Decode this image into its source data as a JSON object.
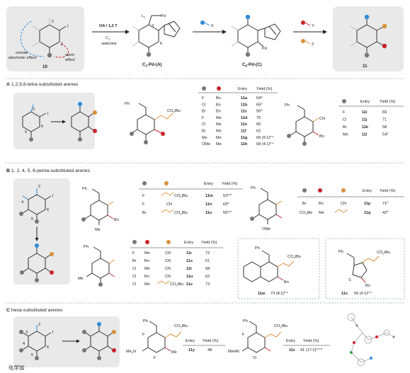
{
  "header": {
    "left_box": {
      "number": "10",
      "iodide": "I",
      "pos2": "2",
      "pos6": "6",
      "remote_label": [
        "remote",
        "electronic effect"
      ],
      "steric_label": [
        "steric",
        "effect"
      ]
    },
    "arrow1": {
      "top": "OA / 1,2 T",
      "bottom": [
        "C",
        "selective"
      ]
    },
    "pd_a": {
      "label": "C",
      "label_tail": "-Pd-(A)",
      "Ln": "L",
      "Pd": "Pd",
      "pos2": "2",
      "pos6": "6"
    },
    "arrow2": {
      "reagent": "X"
    },
    "pd_c": {
      "label": "C",
      "label_tail": "-Pd-(C)",
      "Pd": "Pd"
    },
    "arrow3": {
      "reagent_y": "Y",
      "reagent_z": "Z"
    },
    "product": {
      "number": "11"
    }
  },
  "section_a": {
    "letter": "A",
    "title": "1,2,5,6-tetra-substituted arenes",
    "sm_labels": {
      "pos2": "2",
      "pos5": "5",
      "pos6": "6",
      "iodide": "I"
    },
    "table1": {
      "headers": [
        "Entry",
        "Yield (%)"
      ],
      "rows": [
        [
          "F",
          "Bn",
          "11a",
          "64"
        ],
        [
          "Cl",
          "Bn",
          "11b",
          "65"
        ],
        [
          "Br",
          "Bn",
          "11c",
          "56"
        ],
        [
          "F",
          "Me",
          "11d",
          "76"
        ],
        [
          "Cl",
          "Me",
          "11e",
          "66"
        ],
        [
          "Br",
          "Me",
          "11f",
          "62"
        ],
        [
          "Me",
          "Me",
          "11g",
          "69 (9:1)"
        ],
        [
          "OMe",
          "Me",
          "11h",
          "68 (4:1)"
        ]
      ],
      "sup": [
        "a",
        "a",
        "a",
        "",
        "",
        "",
        "b,c",
        "b,c"
      ]
    },
    "struct1": {
      "ph": "Ph",
      "ester": "CO",
      "ester_tail": "Bu"
    },
    "struct2": {
      "ph": "Ph",
      "cn": "CN",
      "bn": "Bn"
    },
    "table2": {
      "headers": [
        "Entry",
        "Yield (%)"
      ],
      "rows": [
        [
          "F",
          "11i",
          "69"
        ],
        [
          "Cl",
          "11j",
          "71"
        ],
        [
          "Br",
          "11k",
          "58"
        ],
        [
          "Me",
          "11l",
          "54"
        ]
      ],
      "sup": [
        "",
        "",
        "",
        "b"
      ]
    }
  },
  "section_b": {
    "letter": "B",
    "title": "1, 2, 4, 5, 6-penta-substituted arenes",
    "sm_labels": {
      "pos2": "2",
      "pos4": "4",
      "pos5": "5",
      "pos6": "6",
      "iodide": "I"
    },
    "struct1": {
      "ph": "Ph",
      "me": "Me",
      "bn": "Bn"
    },
    "struct2": {
      "ph": "Ph",
      "ome": "OMe"
    },
    "struct3": {
      "ph": "Ph",
      "me": "Me"
    },
    "table1": {
      "headers": [
        "Entry",
        "Yield (%)"
      ],
      "rows": [
        [
          "F",
          "",
          "11m",
          "52"
        ],
        [
          "F",
          "CN",
          "11n",
          "63"
        ],
        [
          "Br",
          "",
          "11o",
          "55"
        ]
      ],
      "ester": "CO",
      "ester_tail": "Bu",
      "sup": [
        "a,b",
        "b",
        "a,b"
      ]
    },
    "table2": {
      "headers": [
        "Entry",
        "Yield (%)"
      ],
      "rows": [
        [
          "Br",
          "Bn",
          "CN",
          "11p",
          "71"
        ],
        [
          "CO",
          "Me",
          "",
          "11q",
          "42"
        ]
      ],
      "co2me_tail": "Me",
      "sup": [
        "b",
        "b"
      ]
    },
    "table3": {
      "headers": [
        "Entry",
        "Yield (%)"
      ],
      "rows": [
        [
          "F",
          "Me",
          "CN",
          "11r",
          "72"
        ],
        [
          "Br",
          "Bn",
          "CN",
          "11s",
          "61"
        ],
        [
          "Cl",
          "Me",
          "CN",
          "11t",
          "68"
        ],
        [
          "Cl",
          "Bn",
          "CN",
          "11u",
          "62"
        ],
        [
          "Cl",
          "Me",
          "",
          "11v",
          "73"
        ]
      ],
      "ester": "CO",
      "ester_tail": "Bu"
    },
    "box_w": {
      "ph": "Ph",
      "ester": "CO",
      "ester_tail": "Bu",
      "bn": "Bn",
      "entry": "11w",
      "yield": "73 (8:1)",
      "sup": "b,c"
    },
    "box_x": {
      "ph": "Ph",
      "ester": "CO",
      "ester_tail": "Bu",
      "bn": "Bn",
      "s": "S",
      "entry": "11x",
      "yield": "56 (4:1)",
      "sup": "b,c"
    }
  },
  "section_c": {
    "letter": "C",
    "title": "hexa-substituted arenes",
    "sm_labels": {
      "pos2": "2",
      "pos3": "3",
      "pos4": "4",
      "pos5": "5",
      "pos6": "6",
      "iodide": "I"
    },
    "struct_y": {
      "ph": "Ph",
      "f_top": "F",
      "f_bot": "F",
      "nme2": "Me",
      "nme2_tail": "N",
      "me": "Me",
      "ester": "CO",
      "ester_tail": "Bu",
      "entry": "11y",
      "yield": "48",
      "headers": [
        "Entry",
        "Yield (%)"
      ]
    },
    "struct_z": {
      "ph": "Ph",
      "f": "F",
      "nh": "MeHN",
      "cl": "Cl",
      "ester": "CO",
      "ester_tail": "Bu",
      "entry": "11z",
      "yield": "41 (17:1)",
      "sup": "b,c,d",
      "headers": [
        "Entry",
        "Yield (%)"
      ]
    }
  },
  "colors": {
    "blue": "#2f8ad8",
    "red": "#c8252d",
    "orange": "#d9913a",
    "gray": "#777777",
    "pale_blue": "#9fc3ea",
    "pale_red": "#e7a1a1",
    "box_bg": "#e9e9e9",
    "dashed": "#9aa3ad"
  },
  "watermark": "化学加"
}
